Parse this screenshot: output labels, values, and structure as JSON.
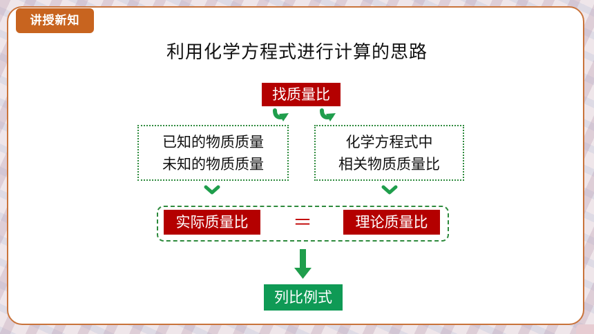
{
  "section_tag": "讲授新知",
  "title": "利用化学方程式进行计算的思路",
  "nodes": {
    "find_ratio": "找质量比",
    "known_unknown": [
      "已知的物质质量",
      "未知的物质质量"
    ],
    "equation_related": [
      "化学方程式中",
      "相关物质质量比"
    ],
    "actual_ratio": "实际质量比",
    "equals": "＝",
    "theoretical_ratio": "理论质量比",
    "proportion": "列比例式"
  },
  "colors": {
    "accent_orange": "#c8641f",
    "label_red": "#b40000",
    "proportion_green": "#0f9a55",
    "border_green": "#2d8a3c",
    "arrow_green": "#1f9e4c"
  }
}
